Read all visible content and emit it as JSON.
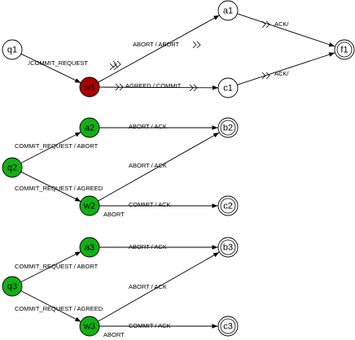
{
  "colors": {
    "current": "#aa0000",
    "active": "#13b013",
    "normal": "#ffffff"
  },
  "nodes": [
    {
      "id": "q1",
      "label": "q1",
      "fill": "normal",
      "final": false
    },
    {
      "id": "w1",
      "label": "w1",
      "fill": "current",
      "final": false
    },
    {
      "id": "a1",
      "label": "a1",
      "fill": "normal",
      "final": false
    },
    {
      "id": "c1",
      "label": "c1",
      "fill": "normal",
      "final": false
    },
    {
      "id": "f1",
      "label": "f1",
      "fill": "normal",
      "final": true
    },
    {
      "id": "q2",
      "label": "q2",
      "fill": "active",
      "final": false
    },
    {
      "id": "a2",
      "label": "a2",
      "fill": "active",
      "final": false
    },
    {
      "id": "w2",
      "label": "w2",
      "fill": "active",
      "final": false
    },
    {
      "id": "b2",
      "label": "b2",
      "fill": "normal",
      "final": true
    },
    {
      "id": "c2",
      "label": "c2",
      "fill": "normal",
      "final": true
    },
    {
      "id": "q3",
      "label": "q3",
      "fill": "active",
      "final": false
    },
    {
      "id": "a3",
      "label": "a3",
      "fill": "active",
      "final": false
    },
    {
      "id": "w3",
      "label": "w3",
      "fill": "active",
      "final": false
    },
    {
      "id": "b3",
      "label": "b3",
      "fill": "normal",
      "final": true
    },
    {
      "id": "c3",
      "label": "c3",
      "fill": "normal",
      "final": true
    }
  ],
  "edges": [
    {
      "id": "q1-w1",
      "from": "q1",
      "to": "w1",
      "label": "./COMMIT_REQUEST",
      "ticks": true
    },
    {
      "id": "w1-a1",
      "from": "w1",
      "to": "a1",
      "label": "ABORT / ABORT",
      "ticks": true
    },
    {
      "id": "w1-c1",
      "from": "w1",
      "to": "c1",
      "label": "AGREED / COMMIT",
      "ticks": true
    },
    {
      "id": "a1-f1",
      "from": "a1",
      "to": "f1",
      "label": "ACK/",
      "ticks": true
    },
    {
      "id": "c1-f1",
      "from": "c1",
      "to": "f1",
      "label": "ACK/",
      "ticks": true
    },
    {
      "id": "q2-a2",
      "from": "q2",
      "to": "a2",
      "label": "COMMIT_REQUEST / ABORT",
      "ticks": false
    },
    {
      "id": "q2-w2",
      "from": "q2",
      "to": "w2",
      "label": "COMMIT_REQUEST / AGREED",
      "ticks": false
    },
    {
      "id": "a2-b2",
      "from": "a2",
      "to": "b2",
      "label": "ABORT / ACK",
      "ticks": false
    },
    {
      "id": "w2-b2",
      "from": "w2",
      "to": "b2",
      "label": "ABORT / ACK",
      "ticks": false
    },
    {
      "id": "w2-c2",
      "from": "w2",
      "to": "c2",
      "label": "COMMIT / ACK",
      "ticks": false
    },
    {
      "id": "w2-abort-note",
      "from": "w2",
      "to": "w2",
      "label": "ABORT",
      "ticks": false
    },
    {
      "id": "q3-a3",
      "from": "q3",
      "to": "a3",
      "label": "COMMIT_REQUEST / ABORT",
      "ticks": false
    },
    {
      "id": "q3-w3",
      "from": "q3",
      "to": "w3",
      "label": "COMMIT_REQUEST / AGREED",
      "ticks": false
    },
    {
      "id": "a3-b3",
      "from": "a3",
      "to": "b3",
      "label": "ABORT / ACK",
      "ticks": false
    },
    {
      "id": "w3-b3",
      "from": "w3",
      "to": "b3",
      "label": "ABORT / ACK",
      "ticks": false
    },
    {
      "id": "w3-c3",
      "from": "w3",
      "to": "c3",
      "label": "COMMIT / ACK",
      "ticks": false
    },
    {
      "id": "w3-abort-note",
      "from": "w3",
      "to": "w3",
      "label": "ABORT",
      "ticks": false
    }
  ]
}
